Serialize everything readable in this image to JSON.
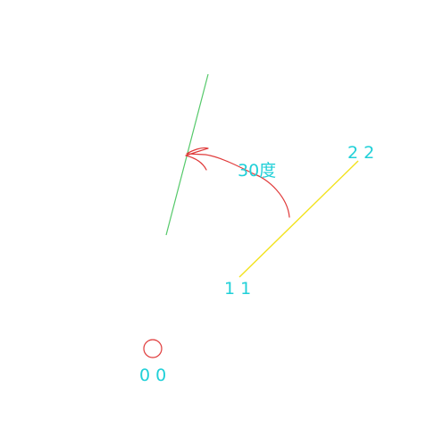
{
  "labels": {
    "origin": "0 0",
    "point_a": "1 1",
    "point_b": "2 2",
    "angle": "30度"
  },
  "colors": {
    "label": "#20d0d8",
    "segment": "#f2e21c",
    "rotated_segment": "#55c96a",
    "arrow": "#e03a3a",
    "origin_marker": "#e03a3a"
  }
}
